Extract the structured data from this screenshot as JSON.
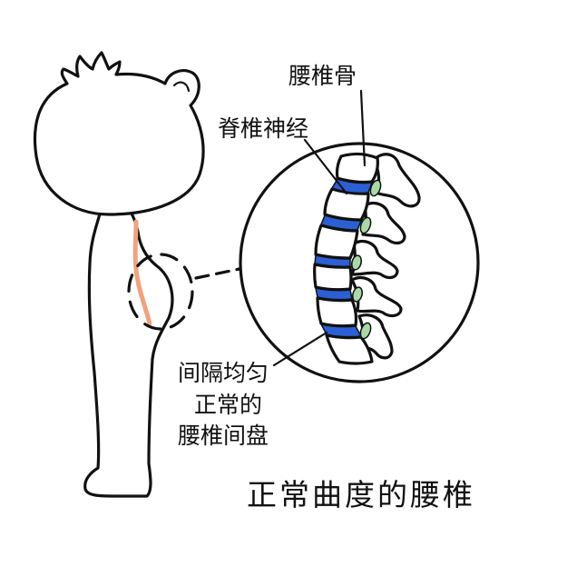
{
  "labels": {
    "vertebra": "腰椎骨",
    "spinal_nerve": "脊椎神经",
    "disc_line1": "间隔均匀",
    "disc_line2": "正常的",
    "disc_line3": "腰椎间盘"
  },
  "caption": "正常曲度的腰椎",
  "colors": {
    "disc": "#2b5fd4",
    "nerve": "#a8d9a6",
    "spine_line": "#f2a27a",
    "outline": "#111111"
  }
}
